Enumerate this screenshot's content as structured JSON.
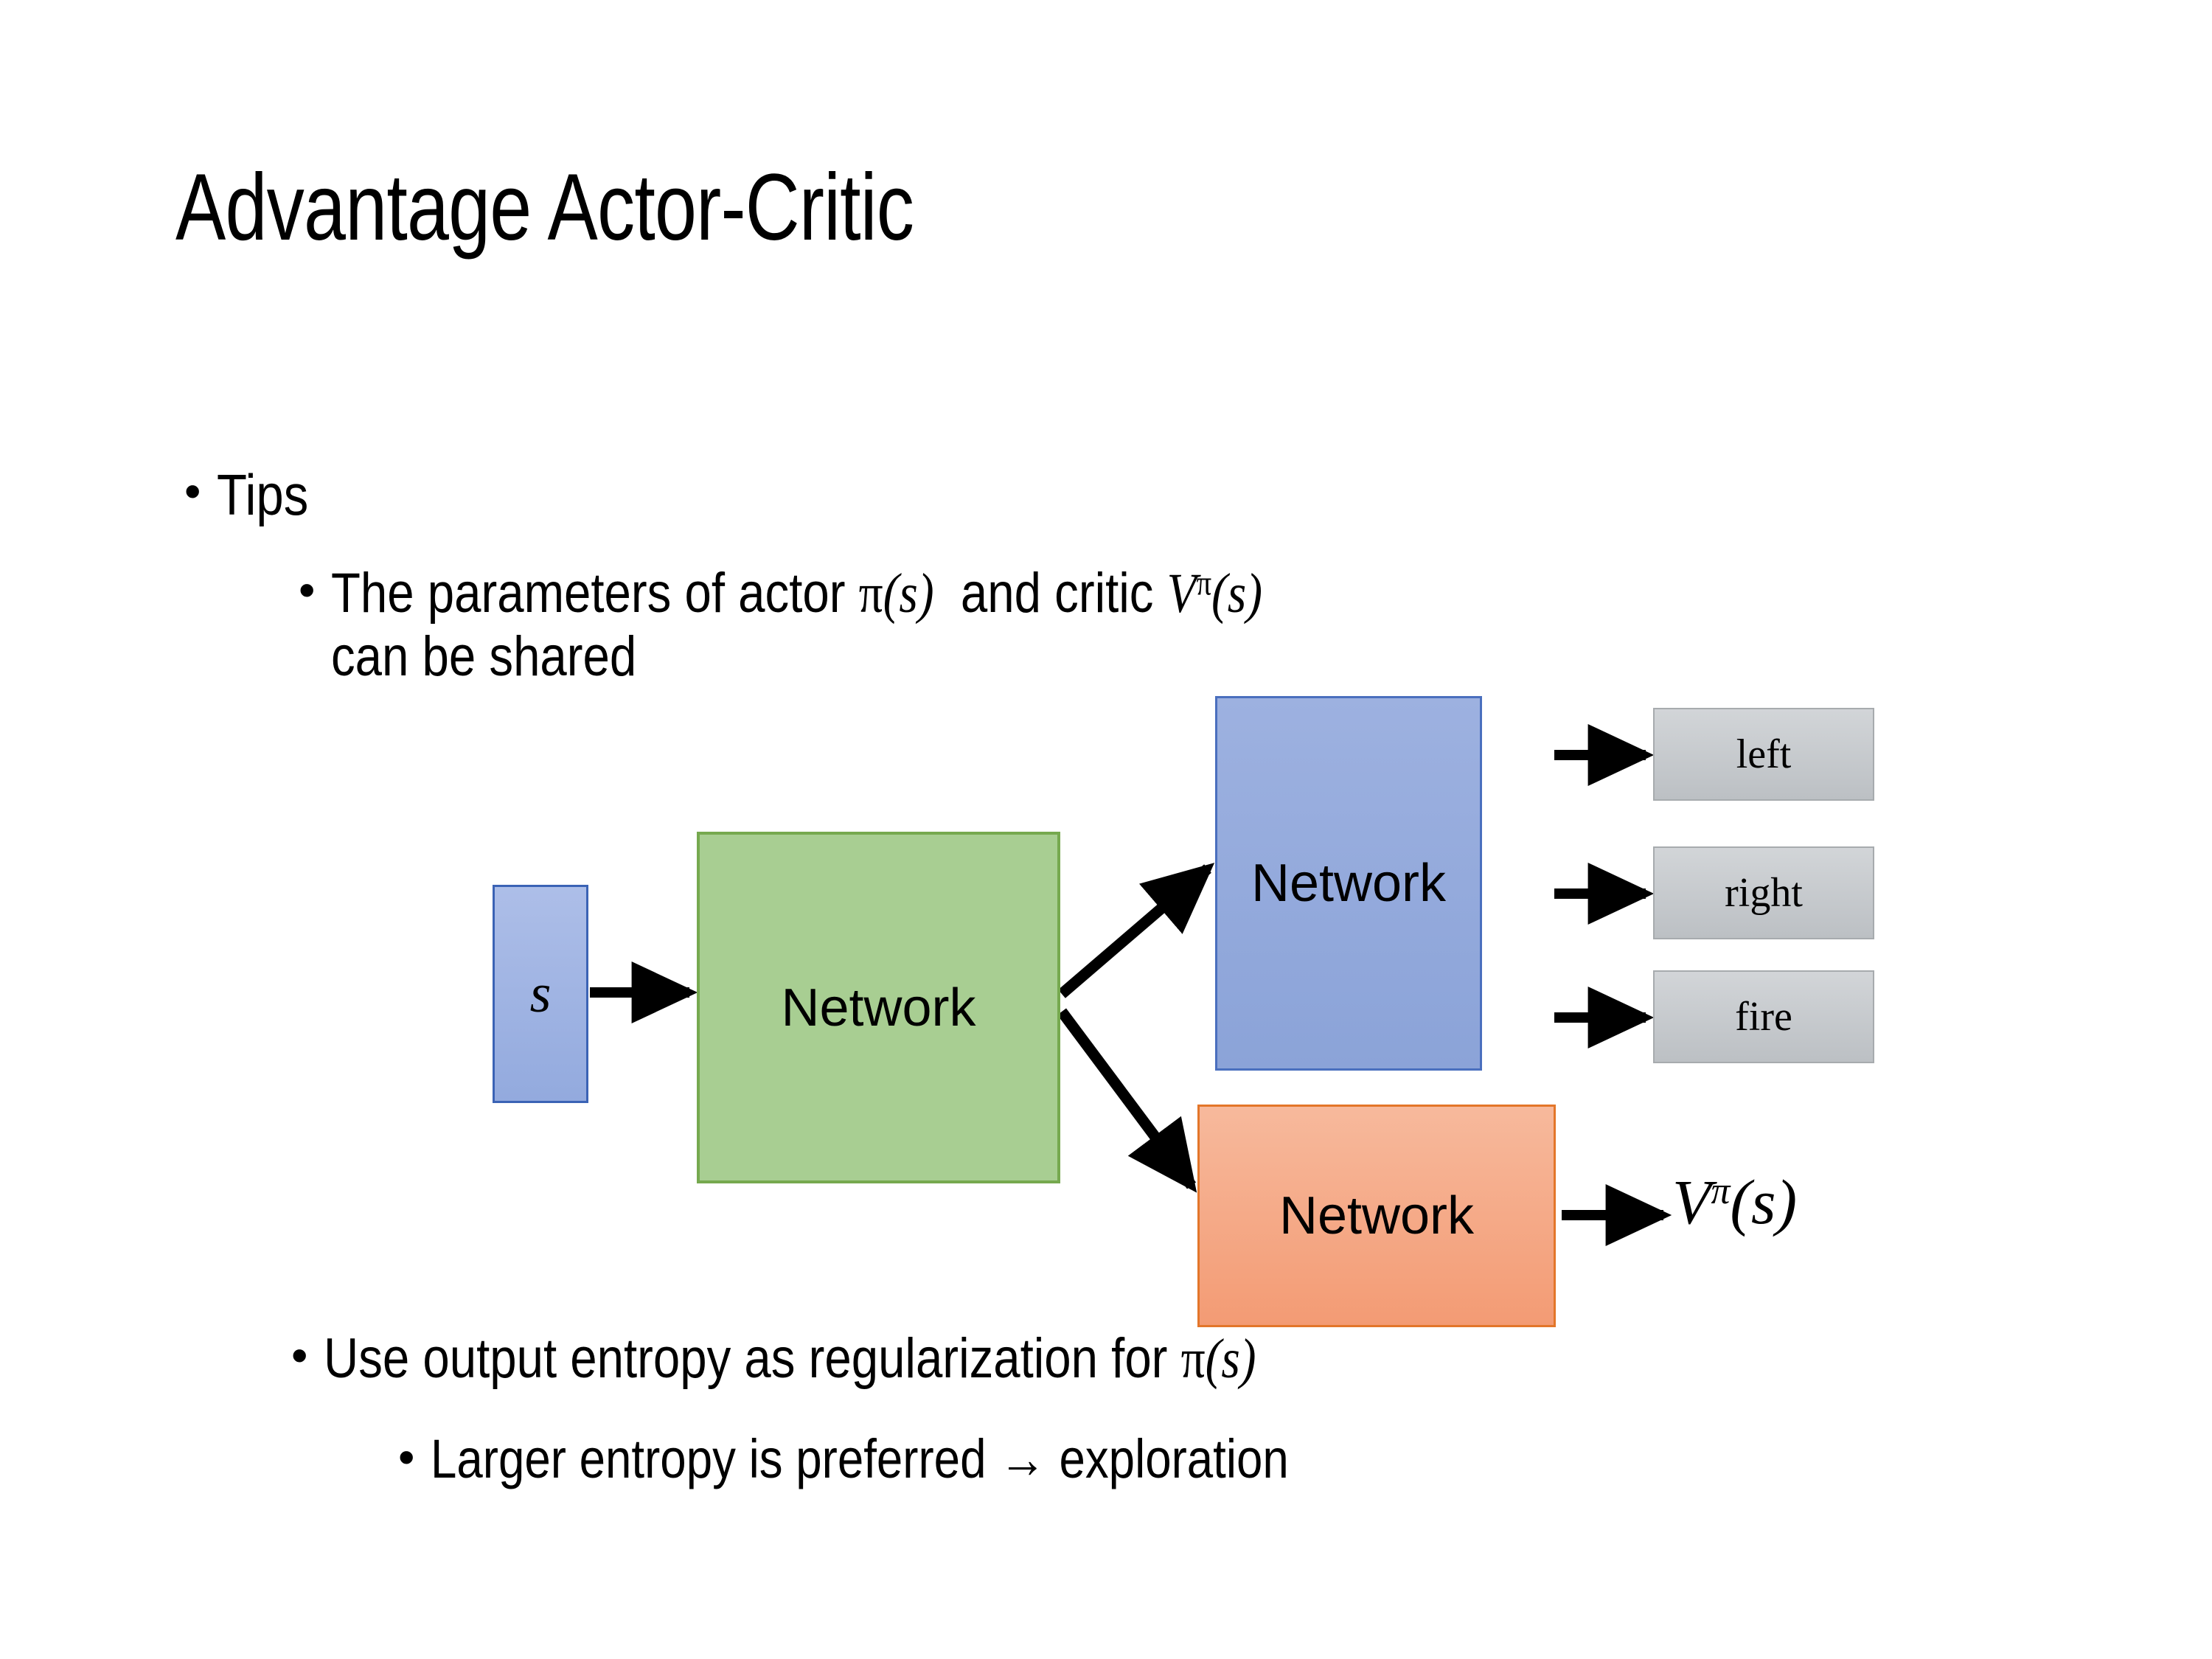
{
  "slide": {
    "title": "Advantage Actor-Critic",
    "background": "#ffffff"
  },
  "bullets": {
    "tips": {
      "marker": "•",
      "text": "Tips"
    },
    "params": {
      "marker": "•",
      "text_prefix": "The parameters of actor ",
      "actor_symbol": "π(s)",
      "text_middle": "  and critic ",
      "critic_symbol": "Vπ(s)",
      "text_line2": "can be shared"
    },
    "entropy": {
      "marker": "•",
      "text_prefix": "Use output entropy as regularization for ",
      "policy_symbol": "π(s)"
    },
    "larger": {
      "marker": "•",
      "text": "Larger entropy is preferred → exploration"
    }
  },
  "diagram": {
    "state_node": {
      "label": "s",
      "fill": "#9db3e0",
      "border": "#3b63b5"
    },
    "shared_network": {
      "label": "Network",
      "fill": "#a8ce92",
      "border": "#76a94f"
    },
    "actor_network": {
      "label": "Network",
      "fill": "#95aedc",
      "border": "#4a6fbe"
    },
    "critic_network": {
      "label": "Network",
      "fill": "#f4a983",
      "border": "#e3762a"
    },
    "actions": [
      {
        "label": "left"
      },
      {
        "label": "right"
      },
      {
        "label": "fire"
      }
    ],
    "action_box_fill": "#c9cdd0",
    "value_output": {
      "base": "V",
      "exponent": "π",
      "argument": "(s)"
    }
  },
  "math_symbols": {
    "pi": "π",
    "V": "V",
    "s": "s",
    "arrow_right": "→"
  }
}
